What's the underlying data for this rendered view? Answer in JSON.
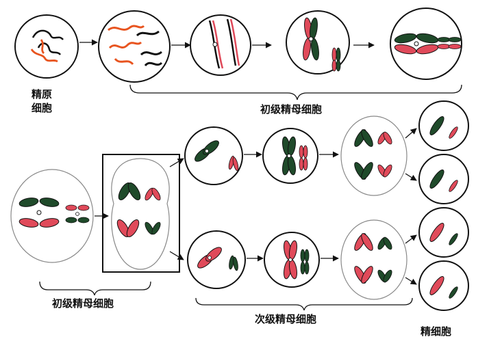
{
  "labels": {
    "spermatogonium_line1": "精原",
    "spermatogonium_line2": "细胞",
    "primary_top": "初级精母细胞",
    "primary_bottom": "初级精母细胞",
    "secondary": "次级精母细胞",
    "sperm": "精细胞"
  },
  "colors": {
    "maternal": "#e04a5a",
    "paternal": "#1f4a2a",
    "thread_red": "#e8541f",
    "thread_black": "#111111"
  }
}
